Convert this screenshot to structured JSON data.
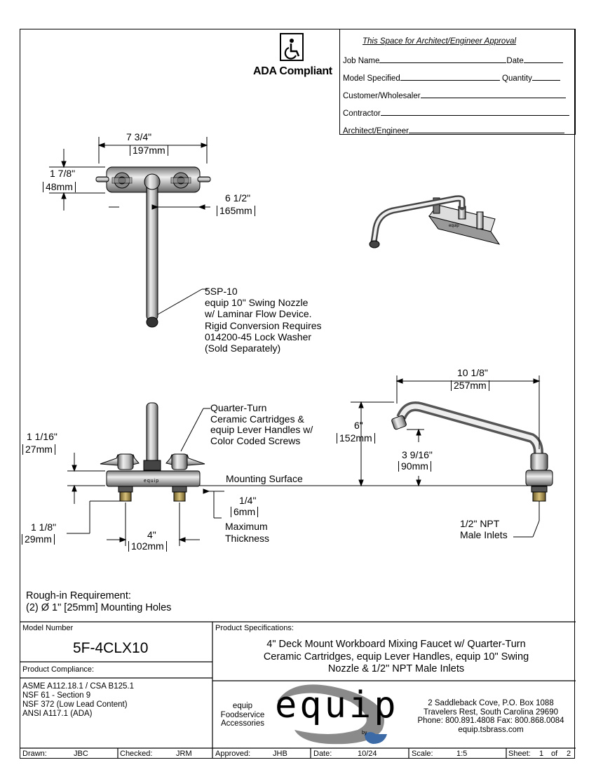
{
  "ada": {
    "label": "ADA Compliant"
  },
  "approval": {
    "heading": "This Space for Architect/Engineer Approval",
    "job_name": "Job Name",
    "date": "Date",
    "model_specified": "Model Specified",
    "quantity": "Quantity",
    "customer": "Customer/Wholesaler",
    "contractor": "Contractor",
    "architect": "Architect/Engineer"
  },
  "top_view": {
    "width_in": "7 3/4\"",
    "width_mm": "197mm",
    "depth_in": "1 7/8\"",
    "depth_mm": "48mm",
    "offset_in": "6 1/2\"",
    "offset_mm": "165mm",
    "nozzle_note": [
      "5SP-10",
      "equip 10\" Swing Nozzle",
      "w/ Laminar Flow Device.",
      "Rigid Conversion Requires",
      "014200-45 Lock Washer",
      "(Sold Separately)"
    ]
  },
  "front_view": {
    "height1_in": "1 1/16\"",
    "height1_mm": "27mm",
    "shank_in": "1 1/8\"",
    "shank_mm": "29mm",
    "centers_in": "4\"",
    "centers_mm": "102mm",
    "thickness_in": "1/4\"",
    "thickness_mm": "6mm",
    "thickness_label": [
      "Maximum",
      "Thickness"
    ],
    "cartridge_note": [
      "Quarter-Turn",
      "Ceramic Cartridges &",
      "equip Lever Handles w/",
      "Color Coded Screws"
    ],
    "mounting_surface": "Mounting Surface",
    "body_brand": "equip"
  },
  "side_view": {
    "reach_in": "10 1/8\"",
    "reach_mm": "257mm",
    "height_in": "6\"",
    "height_mm": "152mm",
    "outlet_in": "3 9/16\"",
    "outlet_mm": "90mm",
    "inlet_note": [
      "1/2\" NPT",
      "Male Inlets"
    ]
  },
  "rough_in": {
    "title": "Rough-in Requirement:",
    "detail": "(2) Ø 1\" [25mm] Mounting Holes"
  },
  "model": {
    "label": "Model Number",
    "number": "5F-4CLX10"
  },
  "compliance": {
    "label": "Product Compliance:",
    "items": [
      "ASME A112.18.1 / CSA B125.1",
      "NSF 61 - Section 9",
      "NSF 372 (Low Lead Content)",
      "ANSI A117.1 (ADA)"
    ]
  },
  "specs": {
    "label": "Product Specifications:",
    "lines": [
      "4\" Deck Mount Workboard Mixing Faucet w/ Quarter-Turn",
      "Ceramic Cartridges, equip Lever Handles, equip 10\" Swing",
      "Nozzle & 1/2\" NPT Male Inlets"
    ]
  },
  "brand": {
    "tagline": [
      "equip",
      "Foodservice",
      "Accessories"
    ],
    "logo": "equip",
    "by": "by",
    "address": [
      "2 Saddleback Cove, P.O. Box 1088",
      "Travelers Rest, South Carolina 29690",
      "Phone: 800.891.4808  Fax: 800.868.0084",
      "equip.tsbrass.com"
    ]
  },
  "footer": {
    "drawn_label": "Drawn:",
    "drawn": "JBC",
    "checked_label": "Checked:",
    "checked": "JRM",
    "approved_label": "Approved:",
    "approved": "JHB",
    "date_label": "Date:",
    "date": "10/24",
    "scale_label": "Scale:",
    "scale": "1:5",
    "sheet_label": "Sheet:",
    "sheet": "1",
    "of_label": "of",
    "sheet_total": "2"
  }
}
